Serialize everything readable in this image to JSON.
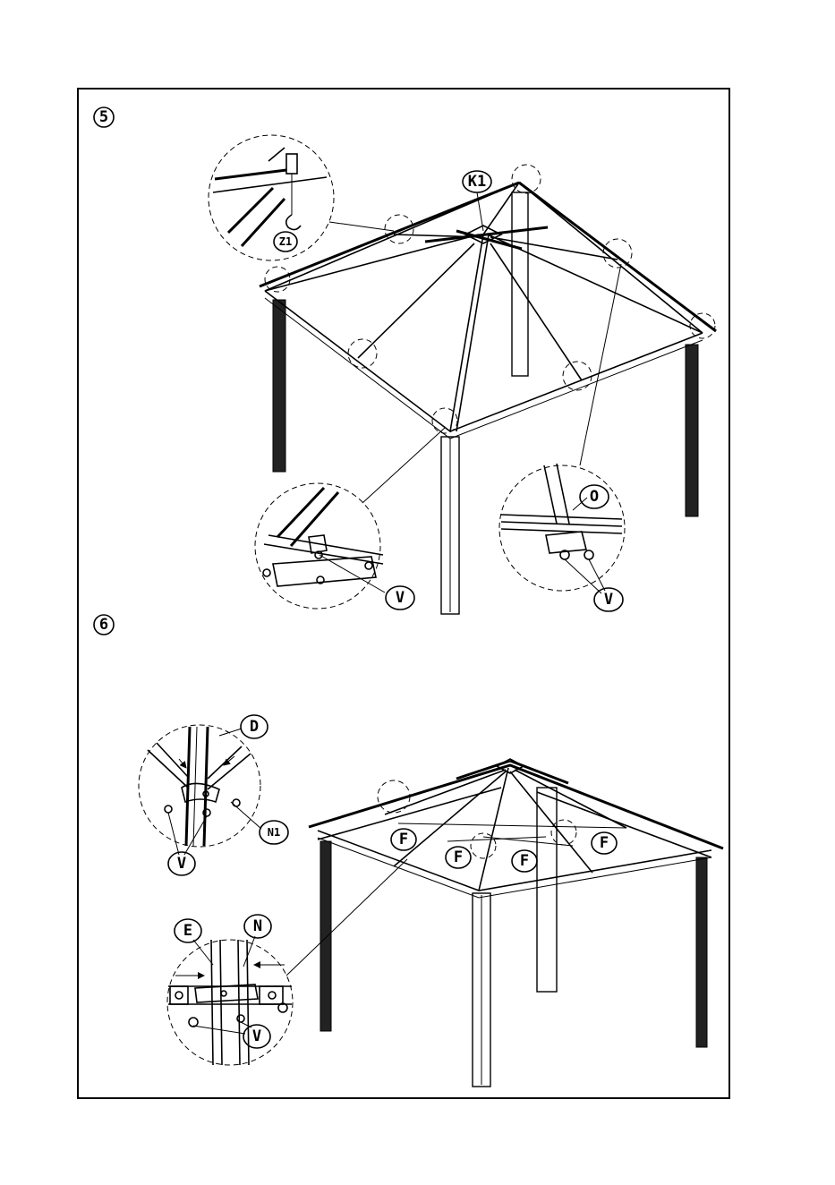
{
  "steps": [
    {
      "number": "5"
    },
    {
      "number": "6"
    }
  ],
  "labels": {
    "k1": "K1",
    "z1": "Z1",
    "o": "O",
    "v_step5_left": "V",
    "v_step5_right": "V",
    "d": "D",
    "n1": "N1",
    "v_step6_top": "V",
    "e": "E",
    "n": "N",
    "v_step6_bottom": "V",
    "f1": "F",
    "f2": "F",
    "f3": "F",
    "f4": "F"
  }
}
